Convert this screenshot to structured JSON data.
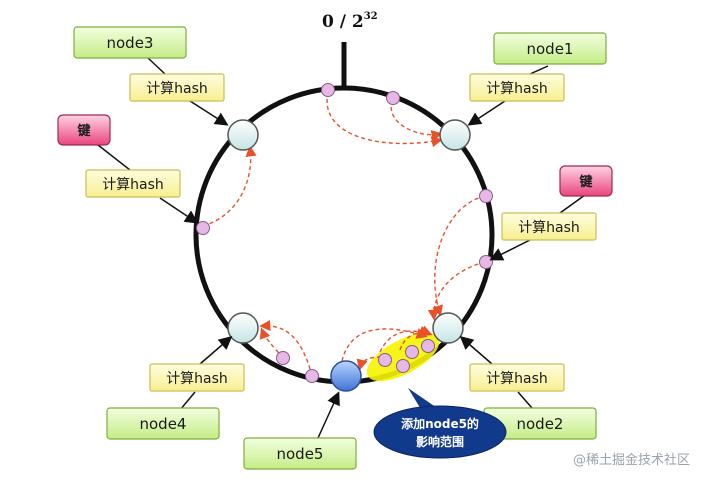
{
  "diagram": {
    "top_label_prefix": "0 / 2",
    "top_label_exp": "32",
    "nodes": [
      "node1",
      "node2",
      "node3",
      "node4",
      "node5"
    ],
    "hash_label": "计算hash",
    "key_label": "键",
    "callout_line1": "添加node5的",
    "callout_line2": "影响范围",
    "watermark": "@稀土掘金技术社区"
  },
  "colors": {
    "ring": "#111111",
    "node_fill": "#e8f4f4",
    "node5_fill": "#6e9be0",
    "point_fill": "#e6b8e6",
    "arrow": "#e8522a",
    "node_label_fill": "#d6f5a6",
    "hash_label_fill": "#fbf7a8",
    "key_fill": "#f06a98",
    "highlight": "#f6f300",
    "callout": "#123a8c"
  }
}
